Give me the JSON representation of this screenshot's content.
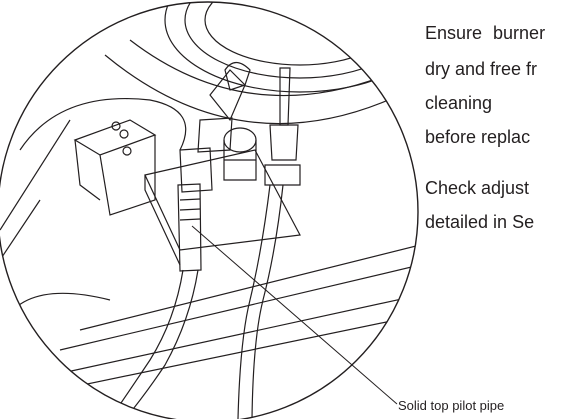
{
  "instructions": {
    "line1": "Ensure  burner",
    "line2": "dry and free fr",
    "line3": "cleaning",
    "line4": "before replac",
    "line5": "Check adjust",
    "line6": "detailed in Se"
  },
  "figure": {
    "callout_label": "Solid top pilot pipe"
  },
  "colors": {
    "line": "#231f20",
    "background": "#ffffff"
  }
}
